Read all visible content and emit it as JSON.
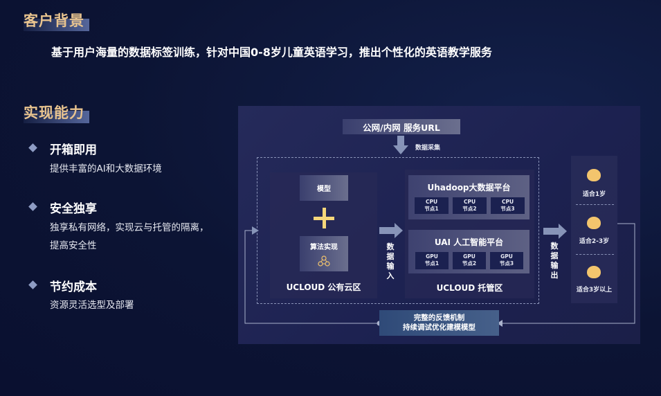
{
  "customer_background": {
    "title": "客户背景",
    "text": "基于用户海量的数据标签训练，针对中国0-8岁儿童英语学习，推出个性化的英语教学服务"
  },
  "capabilities": {
    "title": "实现能力",
    "items": [
      {
        "heading": "开箱即用",
        "desc": [
          "提供丰富的AI和大数据环境"
        ]
      },
      {
        "heading": "安全独享",
        "desc": [
          "独享私有网络，实现云与托管的隔离，",
          "提高安全性"
        ]
      },
      {
        "heading": "节约成本",
        "desc": [
          "资源灵活选型及部署"
        ]
      }
    ]
  },
  "diagram": {
    "url_box": "公网/内网 服务URL",
    "collect": "数据采集",
    "public_cloud": {
      "model": "模型",
      "plus": "+",
      "algorithm": "算法实现",
      "label": "UCLOUD 公有云区"
    },
    "data_input": [
      "数",
      "据",
      "输",
      "入"
    ],
    "hosted": {
      "uhadoop": {
        "title": "Uhadoop大数据平台",
        "nodes": [
          {
            "type": "CPU",
            "name": "节点1"
          },
          {
            "type": "CPU",
            "name": "节点2"
          },
          {
            "type": "CPU",
            "name": "节点3"
          }
        ]
      },
      "uai": {
        "title": "UAI 人工智能平台",
        "nodes": [
          {
            "type": "GPU",
            "name": "节点1"
          },
          {
            "type": "GPU",
            "name": "节点2"
          },
          {
            "type": "GPU",
            "name": "节点3"
          }
        ]
      },
      "label": "UCLOUD 托管区"
    },
    "data_output": [
      "数",
      "据",
      "输",
      "出"
    ],
    "ages": [
      "适合1岁",
      "适合2-3岁",
      "适合3岁以上"
    ],
    "feedback": [
      "完整的反馈机制",
      "持续调试优化建模模型"
    ]
  },
  "colors": {
    "accent_gold": "#e9c48f",
    "plus": "#f6d77a",
    "face": "#f3c56d"
  }
}
